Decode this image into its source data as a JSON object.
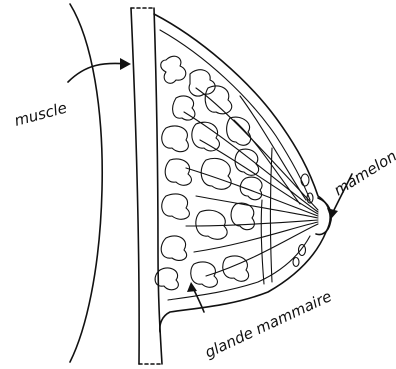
{
  "labels": {
    "muscle": "muscle",
    "nipple": "mamelon",
    "gland": "glande mammaire"
  },
  "colors": {
    "ink": "#111111",
    "background": "#ffffff"
  }
}
